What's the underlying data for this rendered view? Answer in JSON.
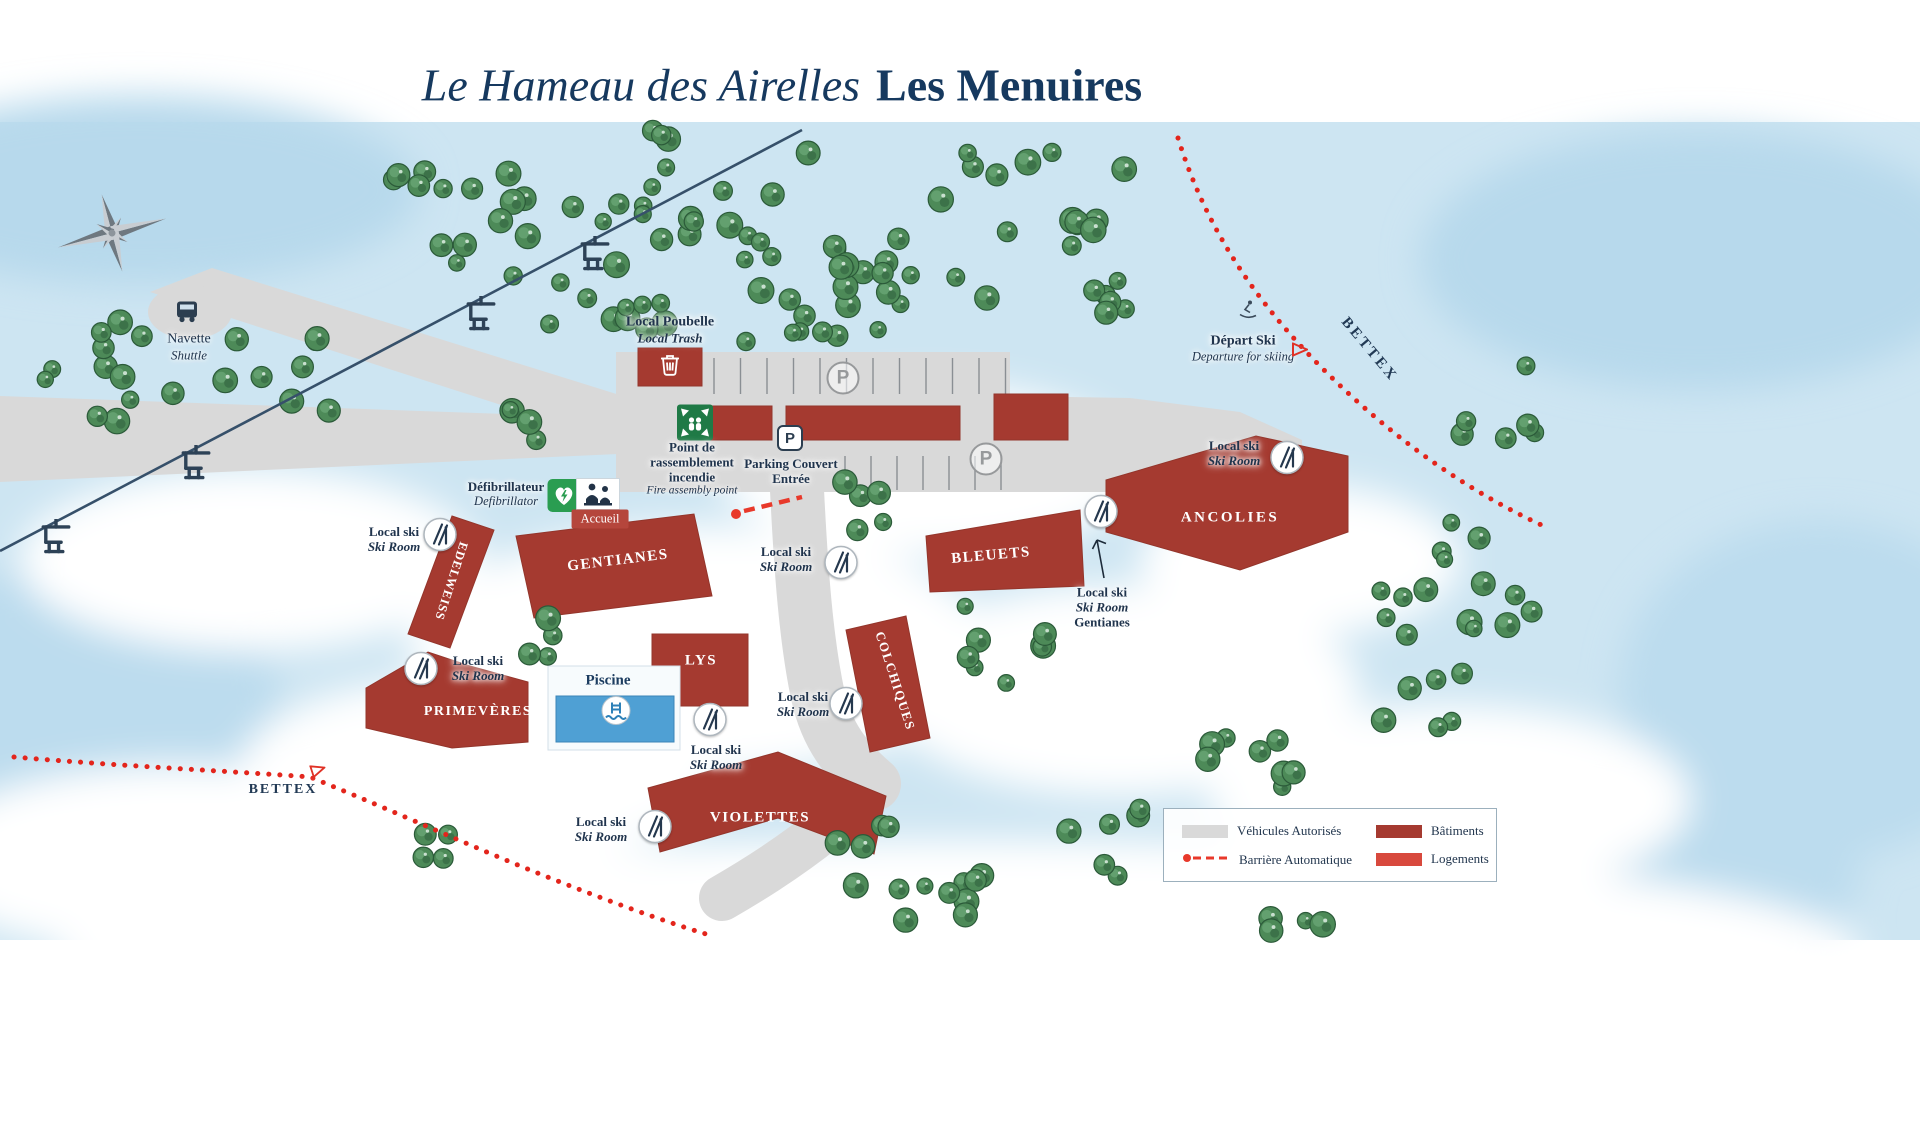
{
  "title": {
    "part1": "Le Hameau des Airelles",
    "part2": "Les Menuires"
  },
  "colors": {
    "title_navy": "#16395f",
    "building_red": "#a53a30",
    "logement_red": "#d8493d",
    "road_gray": "#d9d9d9",
    "barrier_red": "#e8392b",
    "trail_red": "#e3251c",
    "tree_green": "#4d8a58",
    "pool_blue": "#4fa0d4",
    "background_blue": "#cde5f2"
  },
  "pois": {
    "navette": {
      "line1": "Navette",
      "line2": "Shuttle"
    },
    "local_poubelle": {
      "line1": "Local Poubelle",
      "line2": "Local Trash"
    },
    "assembly": {
      "line1": "Point de",
      "line2": "rassemblement",
      "line3": "incendie",
      "line4": "Fire assembly point"
    },
    "parking_couvert": {
      "line1": "Parking Couvert",
      "line2": "Entrée"
    },
    "parking_letter": "P",
    "depart_ski": {
      "line1": "Départ Ski",
      "line2": "Departure for skiing"
    },
    "defibrillateur": {
      "line1": "Défibrillateur",
      "line2": "Defibrillator"
    },
    "accueil": {
      "label": "Accueil"
    },
    "piscine": {
      "label": "Piscine"
    },
    "bettex_top": "BETTEX",
    "bettex_bottom": "BETTEX"
  },
  "buildings": {
    "edelweiss": "EDELWEISS",
    "gentianes": "GENTIANES",
    "ancolies": "ANCOLIES",
    "bleuets": "BLEUETS",
    "lys": "LYS",
    "primeveres": "PRIMEVÈRES",
    "colchiques": "COLCHIQUES",
    "violettes": "VIOLETTES"
  },
  "ski_rooms": [
    {
      "line1": "Local ski",
      "line2": "Ski Room"
    },
    {
      "line1": "Local ski",
      "line2": "Ski Room"
    },
    {
      "line1": "Local ski",
      "line2": "Ski Room"
    },
    {
      "line1": "Local ski",
      "line2": "Ski Room",
      "line3": "Gentianes"
    },
    {
      "line1": "Local ski",
      "line2": "Ski Room"
    },
    {
      "line1": "Local ski",
      "line2": "Ski Room"
    },
    {
      "line1": "Local ski",
      "line2": "Ski Room"
    },
    {
      "line1": "Local ski",
      "line2": "Ski Room"
    }
  ],
  "legend": {
    "items": [
      {
        "label": "Véhicules Autorisés",
        "type": "road"
      },
      {
        "label": "Bâtiments",
        "type": "building"
      },
      {
        "label": "Barrière Automatique",
        "type": "barrier"
      },
      {
        "label": "Logements",
        "type": "logement"
      }
    ]
  }
}
